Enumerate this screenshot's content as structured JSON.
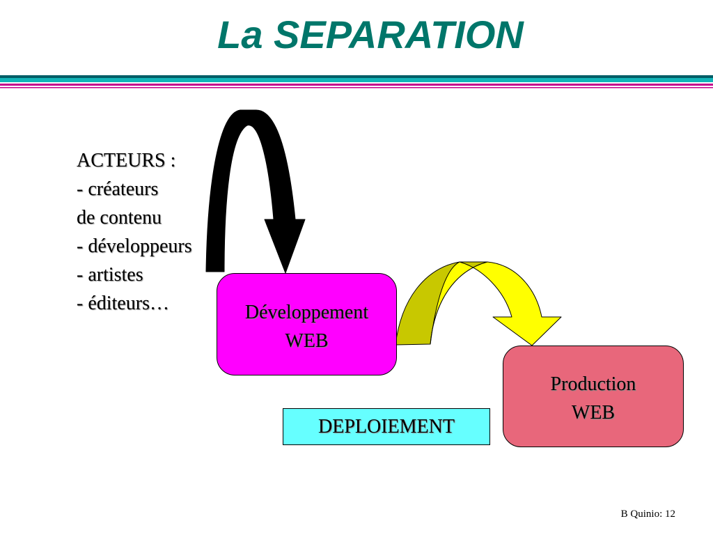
{
  "slide": {
    "title": "La SEPARATION",
    "footer": "B Quinio: 12"
  },
  "actors": {
    "heading": "ACTEURS :",
    "items": [
      "- créateurs",
      "de contenu",
      "- développeurs",
      "- artistes",
      "- éditeurs…"
    ]
  },
  "boxes": {
    "development": {
      "line1": "Développement",
      "line2": "WEB"
    },
    "production": {
      "line1": "Production",
      "line2": "WEB"
    },
    "deployment": "DEPLOIEMENT"
  },
  "colors": {
    "title": "#00766a",
    "rule_teal": "#12b4b8",
    "rule_magenta": "#c4008c",
    "development_box": "#ff00ff",
    "production_box": "#e8677b",
    "deployment_box": "#66ffff",
    "loop_arrow": "#000000",
    "curved_arrow": "#ffff00",
    "curved_arrow_shade": "#c8c800"
  },
  "arrows": [
    {
      "type": "loop-arrow",
      "from": "actors",
      "to": "development"
    },
    {
      "type": "curved-arrow",
      "from": "development",
      "to": "production"
    }
  ]
}
